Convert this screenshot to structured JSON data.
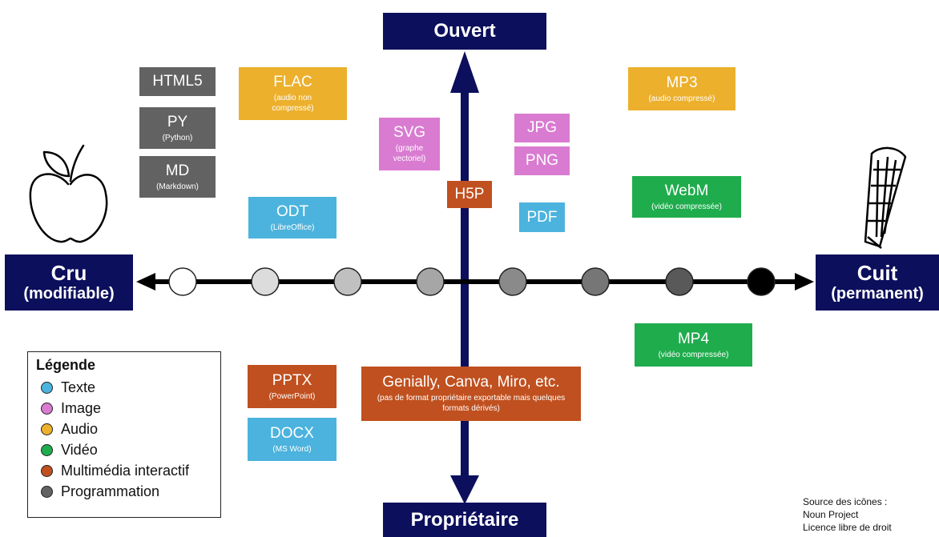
{
  "axes": {
    "top": "Ouvert",
    "bottom": "Propriétaire",
    "left_title": "Cru",
    "left_sub": "(modifiable)",
    "right_title": "Cuit",
    "right_sub": "(permanent)"
  },
  "formats": {
    "html5": {
      "title": "HTML5",
      "sub": ""
    },
    "py": {
      "title": "PY",
      "sub": "(Python)"
    },
    "md": {
      "title": "MD",
      "sub": "(Markdown)"
    },
    "flac": {
      "title": "FLAC",
      "sub": "(audio non compressé)"
    },
    "svg": {
      "title": "SVG",
      "sub": "(graphe vectoriel)"
    },
    "jpg": {
      "title": "JPG",
      "sub": ""
    },
    "png": {
      "title": "PNG",
      "sub": ""
    },
    "mp3": {
      "title": "MP3",
      "sub": "(audio compressé)"
    },
    "h5p": {
      "title": "H5P",
      "sub": ""
    },
    "webm": {
      "title": "WebM",
      "sub": "(vidéo compressée)"
    },
    "odt": {
      "title": "ODT",
      "sub": "(LibreOffice)"
    },
    "pdf": {
      "title": "PDF",
      "sub": ""
    },
    "mp4": {
      "title": "MP4",
      "sub": "(vidéo compressée)"
    },
    "pptx": {
      "title": "PPTX",
      "sub": "(PowerPoint)"
    },
    "docx": {
      "title": "DOCX",
      "sub": "(MS Word)"
    },
    "genially": {
      "title": "Genially, Canva, Miro, etc.",
      "sub": "(pas de format propriétaire exportable mais quelques formats dérivés)"
    }
  },
  "legend": {
    "title": "Légende",
    "items": [
      {
        "label": "Texte",
        "color": "#4bb3dd"
      },
      {
        "label": "Image",
        "color": "#d97bd1"
      },
      {
        "label": "Audio",
        "color": "#ecb02d"
      },
      {
        "label": "Vidéo",
        "color": "#1fac4d"
      },
      {
        "label": "Multimédia interactif",
        "color": "#c0501f"
      },
      {
        "label": "Programmation",
        "color": "#626262"
      }
    ]
  },
  "scale_dots": [
    "#ffffff",
    "#dcdcdc",
    "#c0c0c0",
    "#a6a6a6",
    "#8a8a8a",
    "#767676",
    "#595959",
    "#000000"
  ],
  "source": {
    "line1": "Source des icônes :",
    "line2": "Noun Project",
    "line3": "Licence libre de droit"
  }
}
